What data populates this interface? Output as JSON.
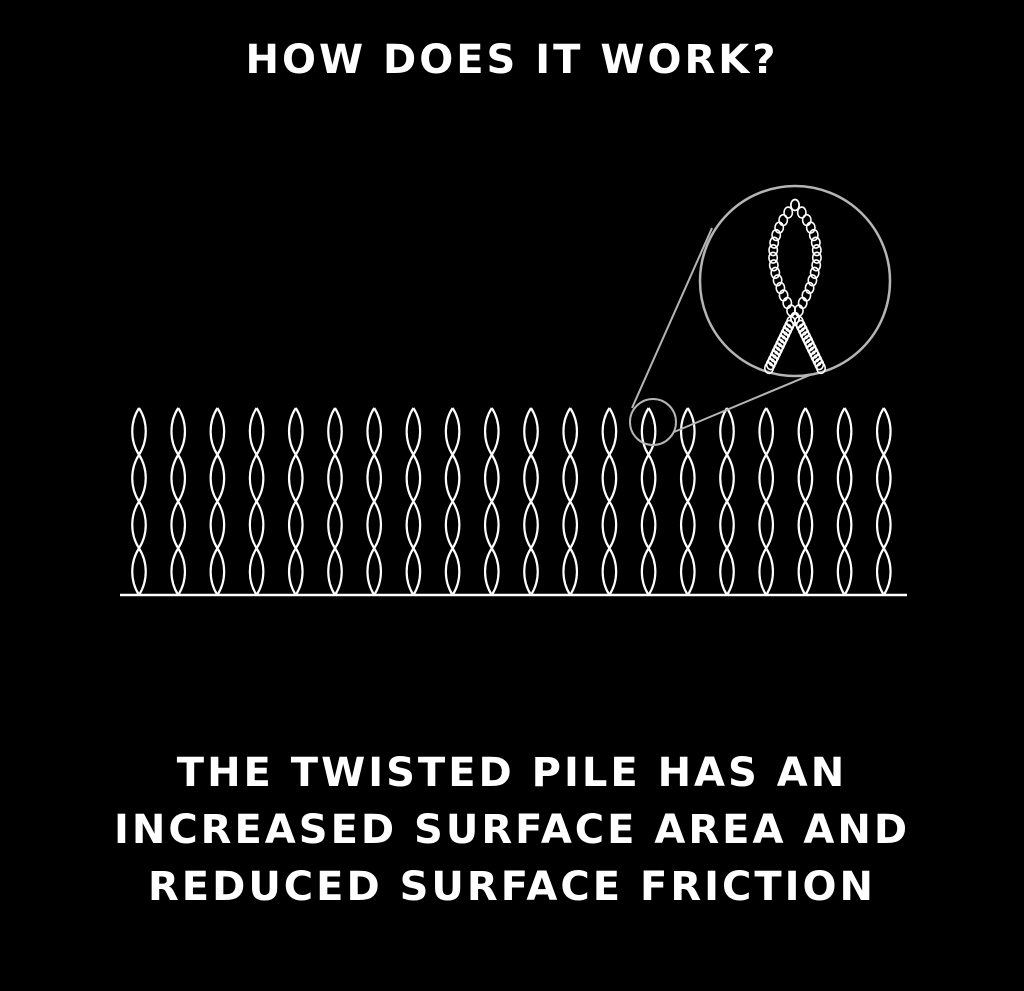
{
  "heading": "HOW DOES IT WORK?",
  "caption": {
    "lines": [
      "THE TWISTED PILE HAS AN",
      "INCREASED SURFACE AREA AND",
      "REDUCED SURFACE FRICTION"
    ]
  },
  "colors": {
    "background": "#000000",
    "text": "#ffffff",
    "strands": "#ffffff",
    "magnifier": "#b5b5b5"
  },
  "diagram": {
    "pile_strand_count": 20,
    "twists_per_strand": 4,
    "magnified_strand_index": 13
  }
}
